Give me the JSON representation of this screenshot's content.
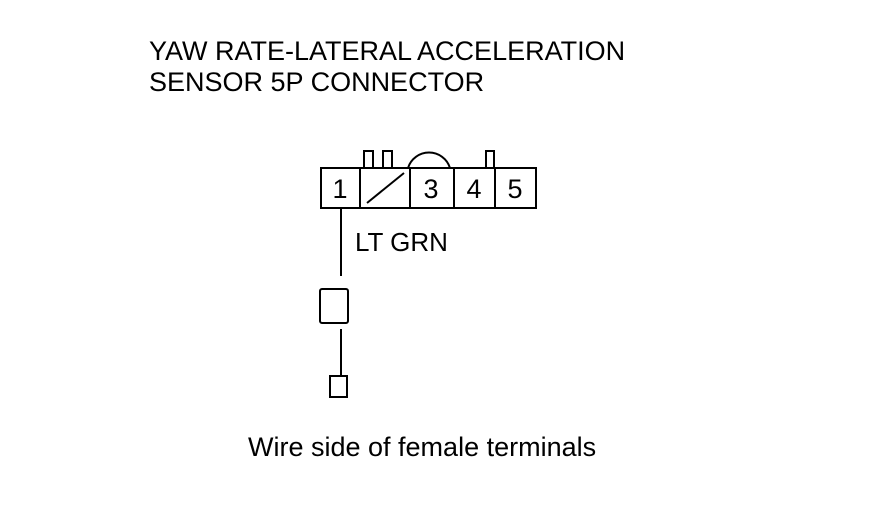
{
  "diagram": {
    "title_line1": "YAW RATE-LATERAL ACCELERATION",
    "title_line2": "SENSOR 5P CONNECTOR",
    "pins": [
      "1",
      "3",
      "4",
      "5"
    ],
    "wire_color": "LT GRN",
    "caption": "Wire side of female terminals"
  }
}
